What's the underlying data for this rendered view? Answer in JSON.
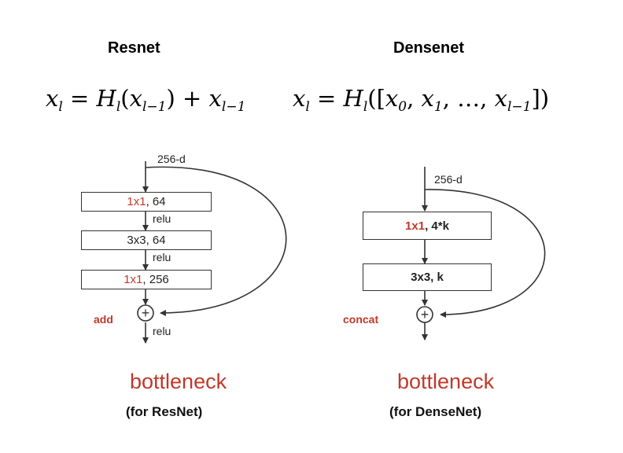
{
  "titles": {
    "resnet": "Resnet",
    "densenet": "Densenet"
  },
  "formulas": {
    "resnet": {
      "lhs_var": "x",
      "lhs_sub": "l",
      "eq": " = ",
      "H": "H",
      "H_sub": "l",
      "open": "(",
      "arg_var": "x",
      "arg_sub": "l−1",
      "close": ")",
      "plus": " + ",
      "add_var": "x",
      "add_sub": "l−1"
    },
    "densenet": {
      "lhs_var": "x",
      "lhs_sub": "l",
      "eq": " = ",
      "H": "H",
      "H_sub": "l",
      "open": "([",
      "v0": "x",
      "s0": "0",
      "c1": ", ",
      "v1": "x",
      "s1": "1",
      "c2": ", …, ",
      "v2": "x",
      "s2": "l−1",
      "close": "])"
    }
  },
  "resnet_block": {
    "input_label": "256-d",
    "layers": [
      {
        "kernel": "1x1",
        "rest": ", 64"
      },
      {
        "kernel": "3x3",
        "rest": ", 64"
      },
      {
        "kernel": "1x1",
        "rest": ", 256"
      }
    ],
    "relu_labels": [
      "relu",
      "relu",
      "relu"
    ],
    "merge_label": "add",
    "merge_symbol": "+"
  },
  "densenet_block": {
    "input_label": "256-d",
    "layers": [
      {
        "kernel": "1x1",
        "rest": ", 4*k"
      },
      {
        "kernel": "3x3",
        "rest": ", k"
      }
    ],
    "merge_label": "concat",
    "merge_symbol": "+"
  },
  "captions": {
    "resnet": {
      "word": "bottleneck",
      "sub": "(for ResNet)"
    },
    "densenet": {
      "word": "bottleneck",
      "sub": "(for DenseNet)"
    }
  },
  "colors": {
    "accent": "#c0392b",
    "line": "#333333"
  }
}
